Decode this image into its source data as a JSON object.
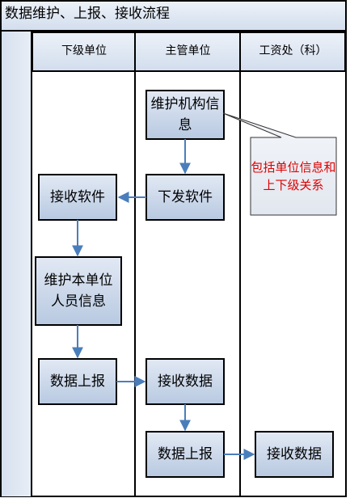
{
  "title": "数据维护、上报、接收流程",
  "lanes": [
    {
      "label": "下级单位"
    },
    {
      "label": "主管单位"
    },
    {
      "label": "工资处（科）"
    }
  ],
  "steps": {
    "maintain_org": "维护机构信息",
    "distribute_software": "下发软件",
    "receive_software": "接收软件",
    "maintain_personnel": "维护本单位人员信息",
    "report_lower": "数据上报",
    "receive_data_main": "接收数据",
    "report_main": "数据上报",
    "receive_data_salary": "接收数据"
  },
  "note": "包括单位信息和上下级关系",
  "colors": {
    "lane_header": "#dce6f2",
    "box_fill": "#c6d3e6",
    "arrow": "#4a7ebb",
    "note_text": "#e00000"
  }
}
